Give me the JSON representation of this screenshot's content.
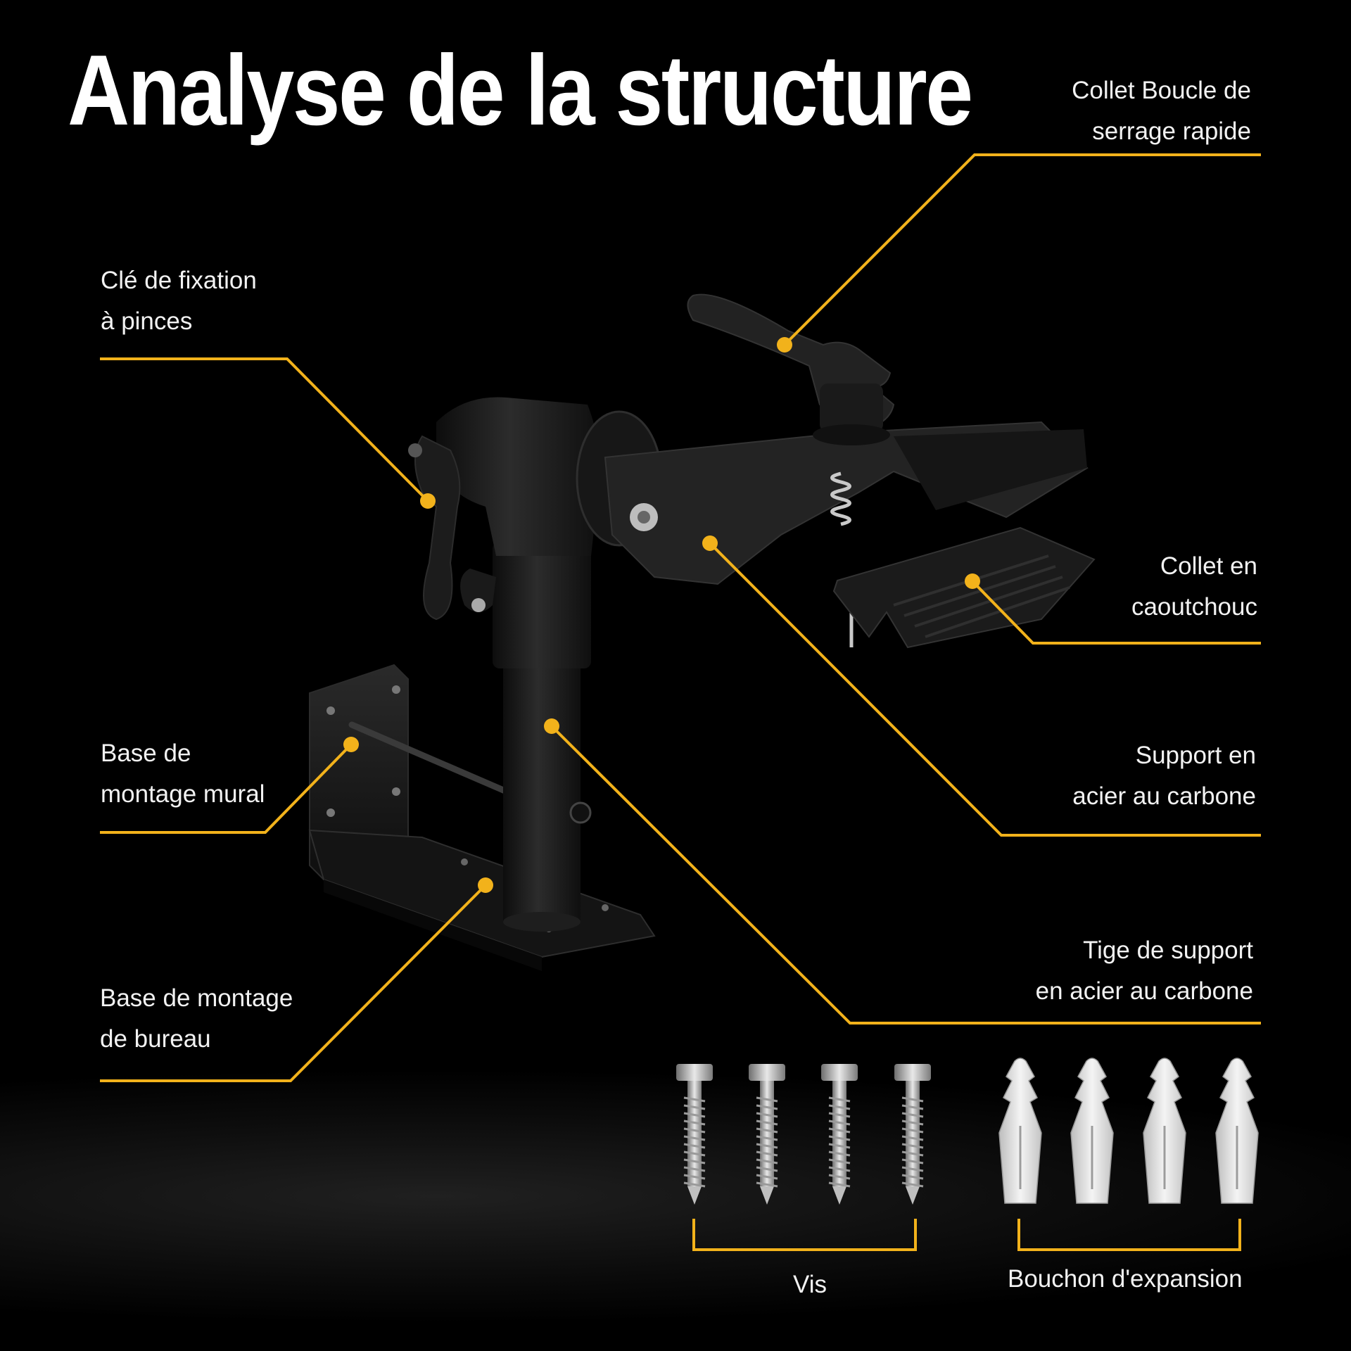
{
  "title": "Analyse de la structure",
  "colors": {
    "background": "#000000",
    "accent": "#f2b21b",
    "text": "#f2f2f2",
    "product": "#1b1b1b"
  },
  "labels": {
    "quick_release_clamp": {
      "line1": "Collet Boucle de",
      "line2": "serrage rapide"
    },
    "clamp_wrench": {
      "line1": "Clé de fixation",
      "line2": "à pinces"
    },
    "rubber_collar": {
      "line1": "Collet en",
      "line2": "caoutchouc"
    },
    "wall_mount_base": {
      "line1": "Base de",
      "line2": "montage mural"
    },
    "carbon_steel_support": {
      "line1": "Support en",
      "line2": "acier au carbone"
    },
    "support_rod": {
      "line1": "Tige de support",
      "line2": "en acier au carbone"
    },
    "desk_mount_base": {
      "line1": "Base de montage",
      "line2": "de bureau"
    }
  },
  "accessories": {
    "screws_label": "Vis",
    "anchors_label": "Bouchon d'expansion",
    "screw_count": 4,
    "anchor_count": 4
  }
}
